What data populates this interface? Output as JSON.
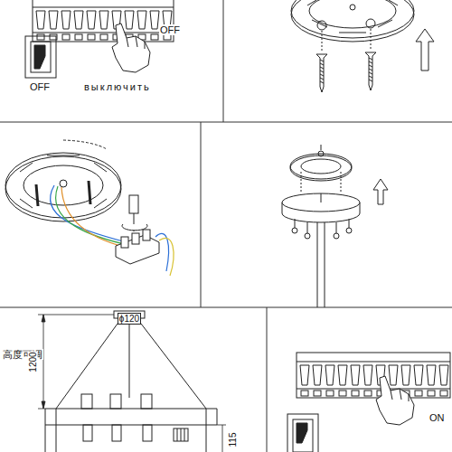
{
  "diagram": {
    "labels": [
      "OFF",
      "OFF",
      "выключить",
      "ϕ120",
      "高度可调",
      "1200",
      "115",
      "ON"
    ]
  }
}
